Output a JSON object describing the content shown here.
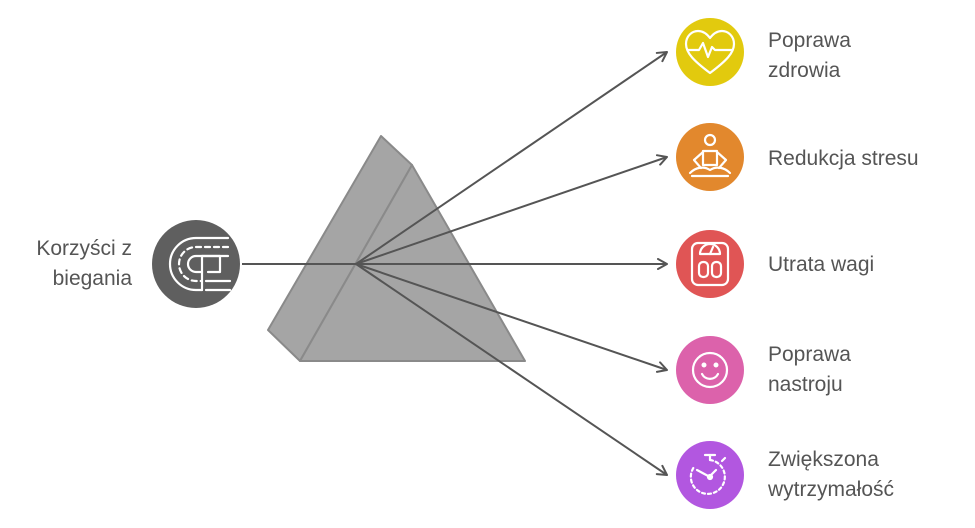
{
  "source": {
    "label_lines": [
      "Korzyści z",
      "biegania"
    ],
    "icon": "running-track-icon",
    "color": "#5f5f5f"
  },
  "prism_color": "#a5a5a5",
  "benefits": [
    {
      "lines": [
        "Poprawa",
        "zdrowia"
      ],
      "icon": "heart-pulse-icon",
      "color": "#e2ca0e"
    },
    {
      "lines": [
        "Redukcja stresu"
      ],
      "icon": "meditation-icon",
      "color": "#e2882d"
    },
    {
      "lines": [
        "Utrata wagi"
      ],
      "icon": "scale-icon",
      "color": "#e05555"
    },
    {
      "lines": [
        "Poprawa",
        "nastroju"
      ],
      "icon": "smiley-icon",
      "color": "#dc62ab"
    },
    {
      "lines": [
        "Zwiększona",
        "wytrzymałość"
      ],
      "icon": "stopwatch-icon",
      "color": "#b257e0"
    }
  ]
}
